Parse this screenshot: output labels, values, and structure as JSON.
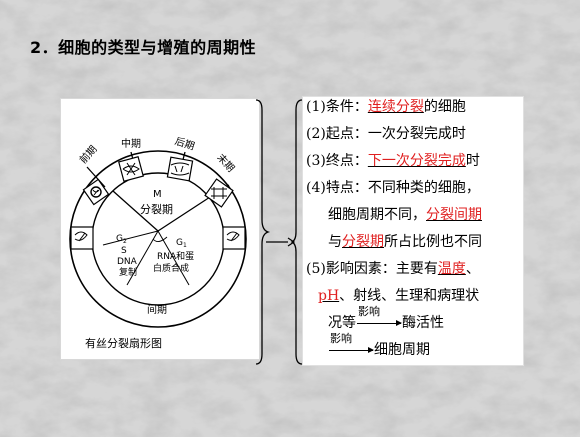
{
  "title": "2．细胞的类型与增殖的周期性",
  "figure": {
    "caption": "有丝分裂扇形图",
    "phases": {
      "prophase": "前期",
      "metaphase": "中期",
      "anaphase": "后期",
      "telophase": "末期"
    },
    "m_letter": "M",
    "m_label": "分裂期",
    "g2": "G",
    "g2_sub": "2",
    "s": "S",
    "g1": "G",
    "g1_sub": "1",
    "dna1": "DNA",
    "dna2": "复制",
    "rna1": "RNA和蛋",
    "rna2": "白质合成",
    "interphase": "间期"
  },
  "notes": {
    "l1": {
      "a": "(1)条件：",
      "b": "连续分裂",
      "c": "的细胞"
    },
    "l2": {
      "a": "(2)起点：一次分裂完成时"
    },
    "l3": {
      "a": "(3)终点：",
      "b": "下一次分裂完成",
      "c": "时"
    },
    "l4": {
      "a": "(4)特点：不同种类的细胞，"
    },
    "l5": {
      "a": "细胞周期不同，",
      "b": "分裂间期"
    },
    "l6": {
      "a": "与",
      "b": "分裂期",
      "c": "所占比例也不同"
    },
    "l7": {
      "a": "(5)影响因素：主要有",
      "b": "温度",
      "c": "、"
    },
    "l8": {
      "b": "pH",
      "c": "、射线、生理和病理状"
    },
    "l9": {
      "a": "况等",
      "arrow": "影响",
      "c": "酶活性"
    },
    "l10": {
      "arrow": "影响",
      "c": "细胞周期"
    }
  },
  "colors": {
    "highlight": "#e02020",
    "text": "#000000"
  }
}
